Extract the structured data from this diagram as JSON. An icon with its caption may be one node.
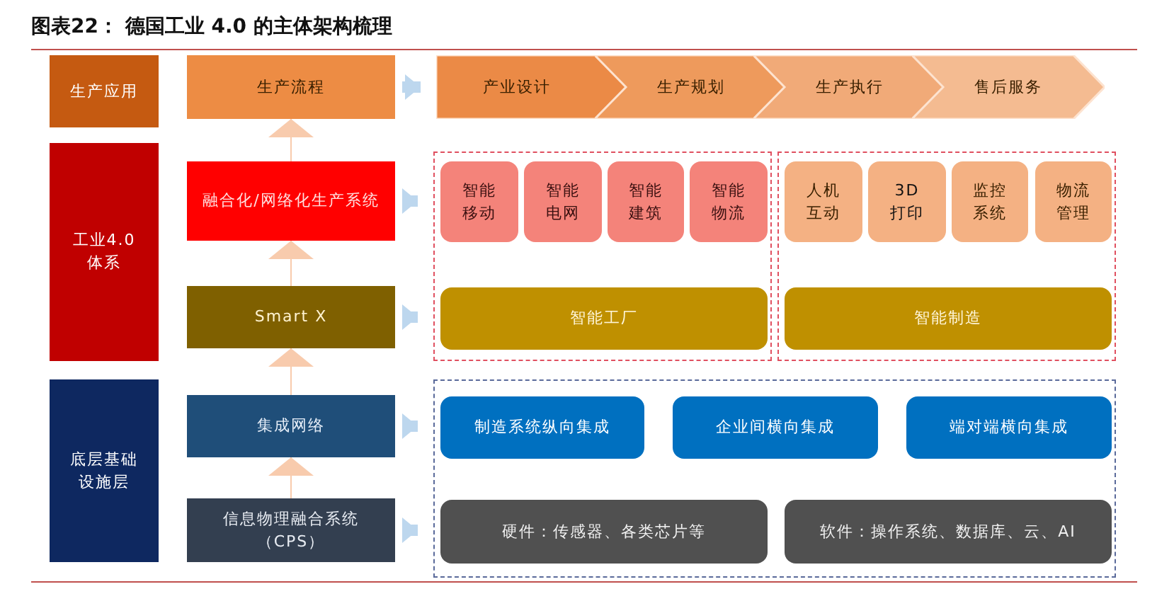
{
  "diagram": {
    "title": "图表22： 德国工业 4.0 的主体架构梳理",
    "nodes": [
      {
        "text": [
          "生产应用"
        ]
      },
      {
        "text": [
          "工业4.0体系"
        ]
      },
      {
        "text": [
          "底层基础设施层"
        ]
      },
      {
        "text": [
          "生产流程"
        ]
      },
      {
        "text": [
          "融合化/网络化生产系统"
        ]
      },
      {
        "text": [
          "Smart X"
        ]
      },
      {
        "text": [
          "集成网络"
        ]
      },
      {
        "text": [
          "信息物理融合系统（CPS）"
        ]
      },
      {
        "text": [
          "产业设计"
        ]
      },
      {
        "text": [
          "生产规划"
        ]
      },
      {
        "text": [
          "生产执行"
        ]
      },
      {
        "text": [
          "售后服务"
        ]
      },
      {
        "text": [],
        "shape": "box"
      },
      {
        "text": [
          "智能移动"
        ],
        "in": 12
      },
      {
        "text": [
          "智能电网"
        ],
        "in": 12
      },
      {
        "text": [
          "智能建筑"
        ],
        "in": 12
      },
      {
        "text": [
          "智能物流"
        ],
        "in": 12
      },
      {
        "text": [
          "智能工厂"
        ],
        "in": 12
      },
      {
        "text": [],
        "shape": "box"
      },
      {
        "text": [
          "人机互动"
        ],
        "in": 18
      },
      {
        "text": [
          "3D打印"
        ],
        "in": 18
      },
      {
        "text": [
          "监控系统"
        ],
        "in": 18
      },
      {
        "text": [
          "物流管理"
        ],
        "in": 18
      },
      {
        "text": [
          "智能制造"
        ],
        "in": 18
      },
      {
        "text": [],
        "shape": "box"
      },
      {
        "text": [
          "制造系统纵向集成"
        ],
        "in": 24
      },
      {
        "text": [
          "企业间横向集成"
        ],
        "in": 24
      },
      {
        "text": [
          "端对端横向集成"
        ],
        "in": 24
      },
      {
        "text": [
          "硬件：传感器、各类芯片等"
        ],
        "in": 24
      },
      {
        "text": [
          "软件：操作系统、数据库、云、AI"
        ],
        "in": 24
      }
    ],
    "edges": [
      {
        "from": 3,
        "to": 8,
        "arrow": "to"
      },
      {
        "from": 4,
        "to": 12,
        "arrow": "to"
      },
      {
        "from": 5,
        "to": 12,
        "arrow": "to"
      },
      {
        "from": 6,
        "to": 24,
        "arrow": "to"
      },
      {
        "from": 7,
        "to": 24,
        "arrow": "to"
      },
      {
        "from": 4,
        "to": 3,
        "arrow": "to",
        "color": "#f8cbad"
      },
      {
        "from": 5,
        "to": 4,
        "arrow": "to",
        "color": "#f8cbad"
      },
      {
        "from": 6,
        "to": 5,
        "arrow": "to",
        "color": "#f8cbad"
      },
      {
        "from": 7,
        "to": 6,
        "arrow": "to",
        "color": "#f8cbad"
      }
    ]
  }
}
